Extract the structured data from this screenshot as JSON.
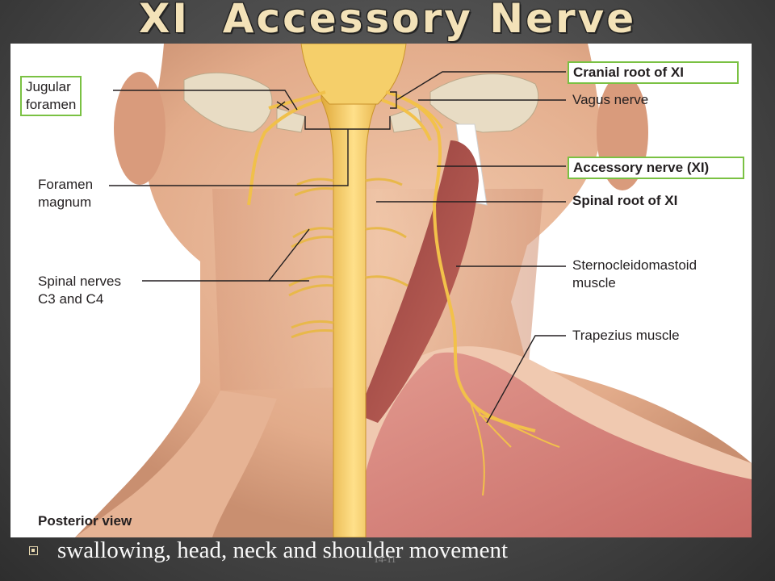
{
  "slide": {
    "title": "XI  Accessory Nerve",
    "bullet": "swallowing, head, neck and shoulder movement",
    "page_number": "14-11"
  },
  "figure": {
    "view_label": "Posterior view",
    "labels_left": {
      "jugular_foramen_1": "Jugular",
      "jugular_foramen_2": "foramen",
      "foramen_magnum_1": "Foramen",
      "foramen_magnum_2": "magnum",
      "spinal_nerves_1": "Spinal nerves",
      "spinal_nerves_2": "C3 and C4"
    },
    "labels_right": {
      "cranial_root": "Cranial root of XI",
      "vagus": "Vagus nerve",
      "accessory": "Accessory nerve (XI)",
      "spinal_root": "Spinal root of XI",
      "scm_1": "Sternocleidomastoid",
      "scm_2": "muscle",
      "trapezius": "Trapezius muscle"
    },
    "colors": {
      "highlight_box": "#7ac143",
      "nerve": "#f2c14a",
      "skin": "#eab99a",
      "muscle": "#c86a5f",
      "bone": "#e8dcc4"
    }
  }
}
